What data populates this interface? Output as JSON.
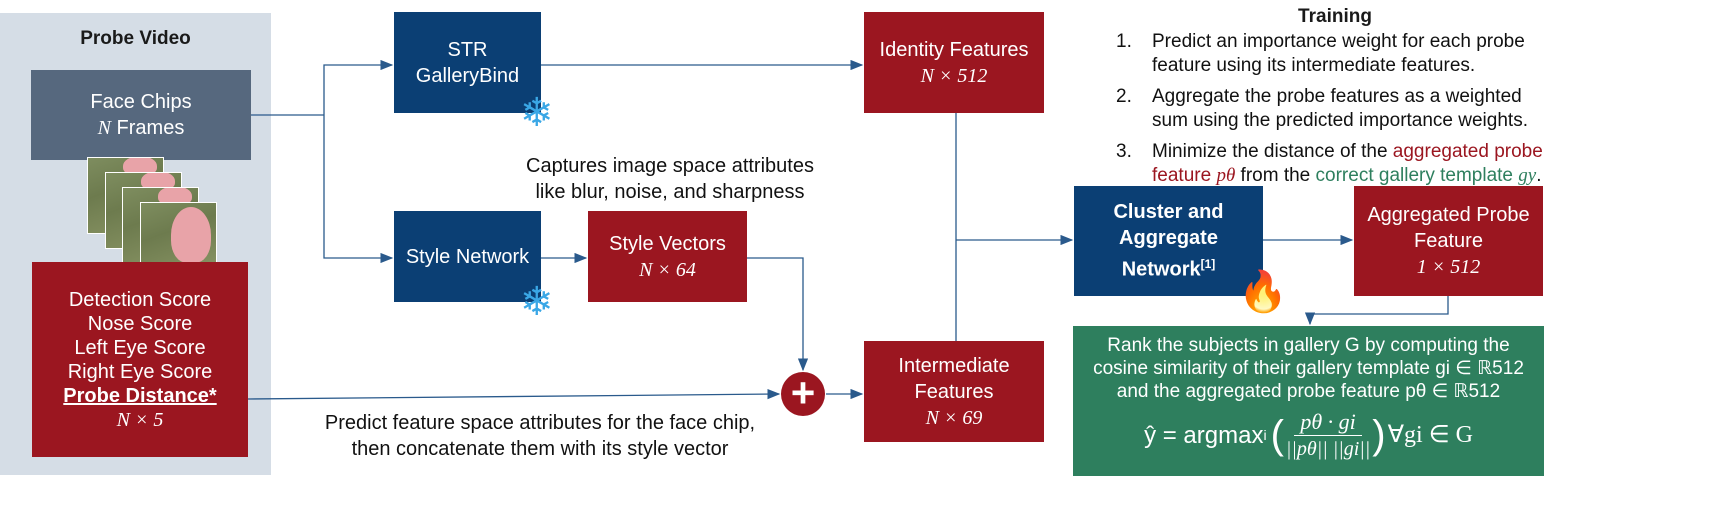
{
  "probe_panel": {
    "title": "Probe Video",
    "face_chips": {
      "line1": "Face Chips",
      "line2_var": "N",
      "line2_rest": " Frames"
    },
    "scores": {
      "items": [
        "Detection Score",
        "Nose Score",
        "Left Eye Score",
        "Right Eye Score"
      ],
      "distance": "Probe Distance*",
      "dim": "N × 5"
    }
  },
  "str_box": {
    "line1": "STR",
    "line2": "GalleryBind"
  },
  "style_network": {
    "label": "Style Network"
  },
  "style_vectors": {
    "line1": "Style Vectors",
    "dim": "N × 64"
  },
  "identity_features": {
    "line1": "Identity Features",
    "dim": "N × 512"
  },
  "intermediate_features": {
    "line1": "Intermediate",
    "line2": "Features",
    "dim": "N × 69"
  },
  "captions": {
    "style_line1": "Captures image space attributes",
    "style_line2": "like blur, noise, and sharpness",
    "predict_line1": "Predict feature space attributes for the face chip,",
    "predict_line2": "then concatenate them with its style vector"
  },
  "cluster": {
    "line1": "Cluster and",
    "line2": "Aggregate",
    "line3": "Network",
    "ref": "[1]"
  },
  "aggregated": {
    "line1": "Aggregated Probe",
    "line2": "Feature",
    "dim": "1 × 512"
  },
  "training": {
    "title": "Training",
    "step1_num": "1.",
    "step1_a": "Predict an importance weight for each probe",
    "step1_b": "feature using its intermediate features.",
    "step2_num": "2.",
    "step2_a": "Aggregate the probe features as a weighted",
    "step2_b": "sum using the predicted importance weights.",
    "step3_num": "3.",
    "step3_a": "Minimize the distance of the ",
    "step3_red1": "aggregated probe",
    "step3_red2": "feature ",
    "step3_ptheta": "pθ",
    "step3_mid": " from the ",
    "step3_green": "correct gallery template ",
    "step3_gy": "gy",
    "step3_end": "."
  },
  "rank": {
    "line1": "Rank the subjects in gallery G by computing the",
    "line2": "cosine similarity of their gallery template gi ∈ ℝ512",
    "line3": "and the aggregated probe feature pθ ∈ ℝ512",
    "formula_lhs": "ŷ = argmax",
    "formula_sub": "i",
    "formula_num": "pθ · gi",
    "formula_den": "||pθ|| ||gi||",
    "formula_rhs": "∀gi ∈ G"
  },
  "colors": {
    "navy": "#0b3f74",
    "red": "#9b1620",
    "green": "#2e7f5e",
    "slate": "#56687e",
    "panel": "#d5dde6"
  }
}
